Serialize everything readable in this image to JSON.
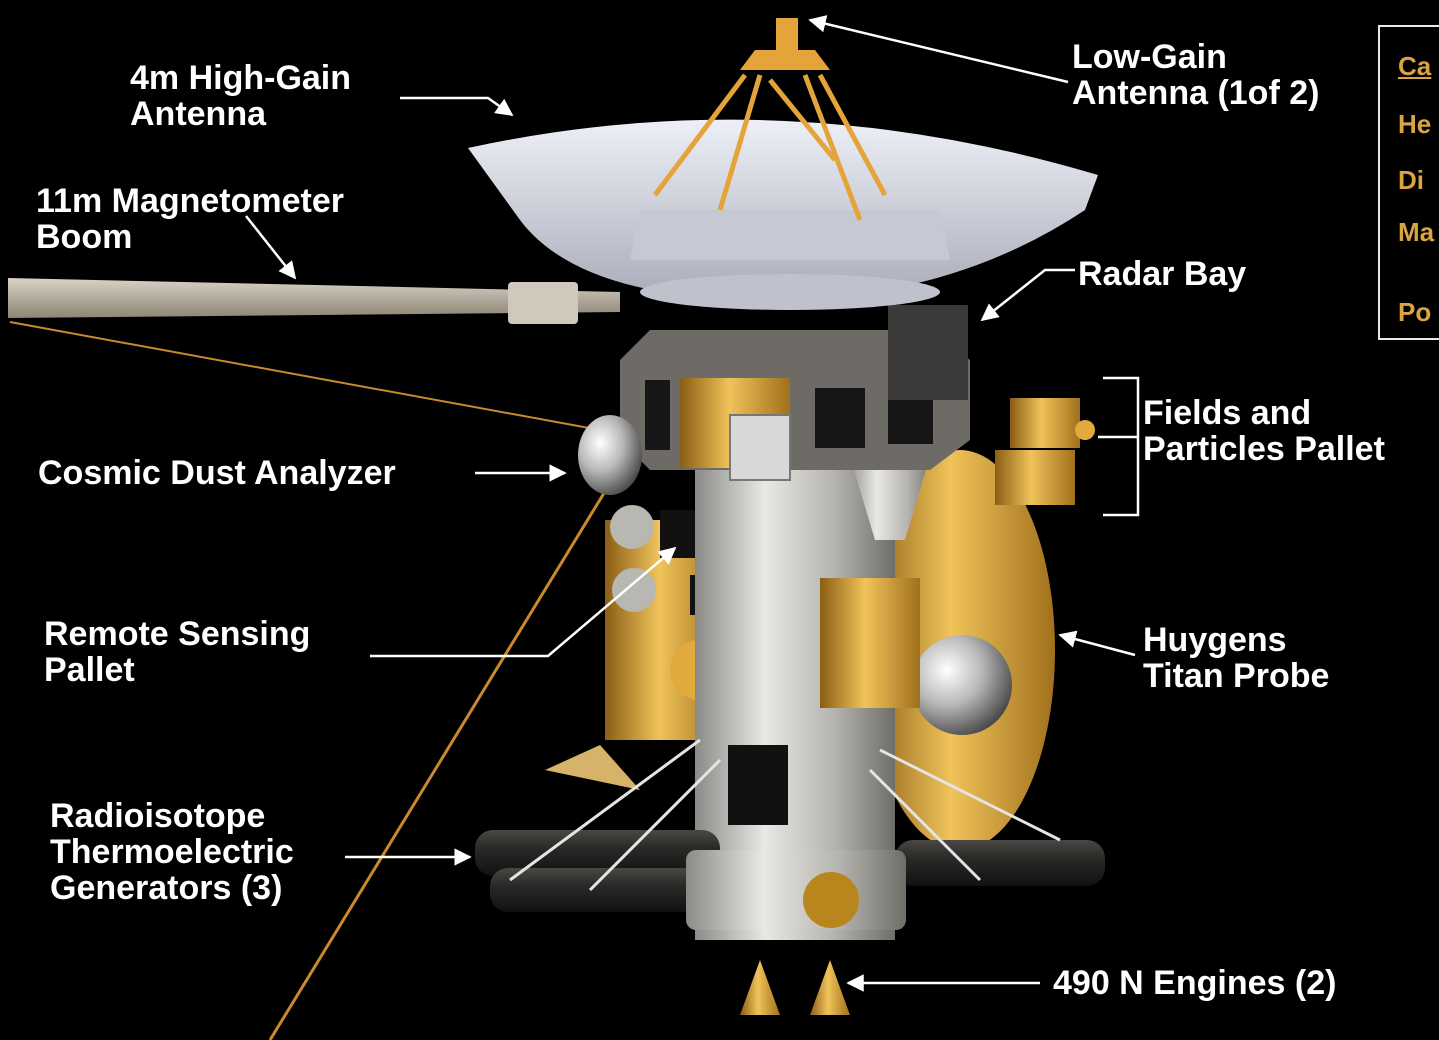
{
  "labels": {
    "high_gain": [
      "4m High-Gain",
      "Antenna"
    ],
    "magnetometer": [
      "11m Magnetometer",
      "Boom"
    ],
    "low_gain": [
      "Low-Gain",
      "Antenna (1of 2)"
    ],
    "radar": "Radar Bay",
    "fields": [
      "Fields and",
      "Particles Pallet"
    ],
    "dust": "Cosmic Dust Analyzer",
    "remote": [
      "Remote Sensing",
      "Pallet"
    ],
    "huygens": [
      "Huygens",
      "Titan Probe"
    ],
    "rtg": [
      "Radioisotope",
      "Thermoelectric",
      "Generators (3)"
    ],
    "engines": "490 N Engines (2)"
  },
  "specbox": {
    "title": "Ca",
    "rows": [
      "He",
      "Di",
      "Ma",
      "Po"
    ]
  },
  "colors": {
    "background": "#000000",
    "label_text": "#ffffff",
    "spec_text": "#d9a441",
    "gold": "#d8a23a",
    "silver": "#c8c8c8",
    "dish": "#d9dce8"
  }
}
